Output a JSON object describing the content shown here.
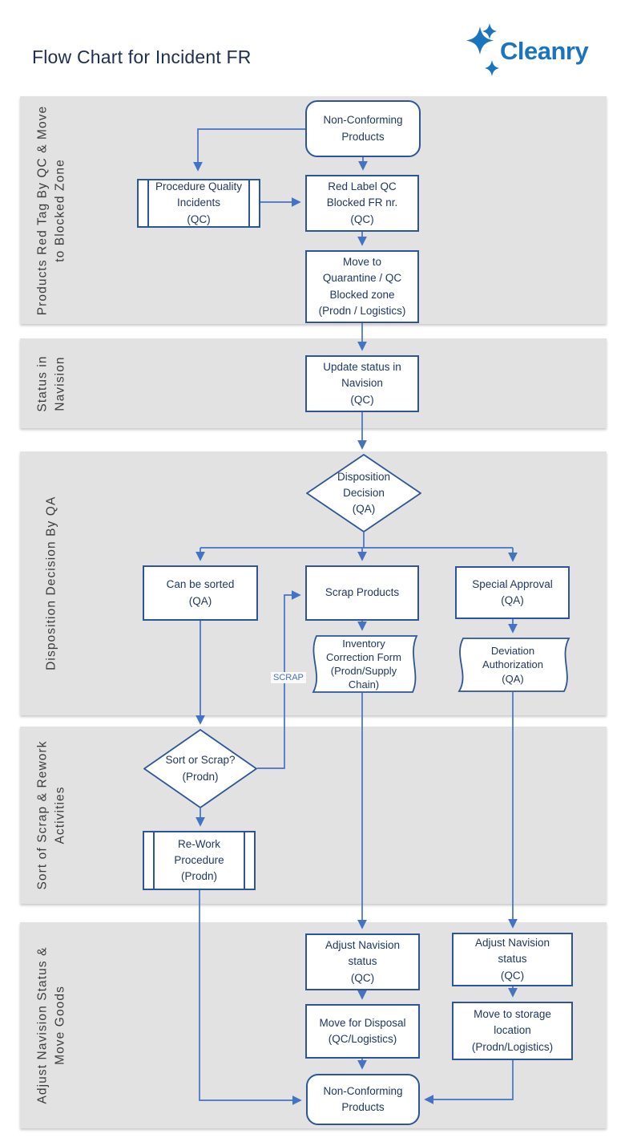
{
  "header": {
    "title": "Flow Chart for Incident FR",
    "logo_text": "Cleanry",
    "logo_color": "#1b75bc"
  },
  "colors": {
    "lane_background": "#e3e2e2",
    "shape_border": "#2e5597",
    "shape_fill": "#ffffff",
    "shape_text": "#1f3864",
    "connector": "#4472c4",
    "lane_label_text": "#3d3d3d",
    "title_text": "#1e2f50"
  },
  "lanes": [
    {
      "label": "Products Red Tag By QC & Move\nto Blocked Zone"
    },
    {
      "label": "Status in\nNavision"
    },
    {
      "label": "Disposition Decision By QA"
    },
    {
      "label": "Sort of Scrap & Rework\nActivities"
    },
    {
      "label": "Adjust Navision Status &\nMove Goods"
    }
  ],
  "nodes": {
    "start": {
      "type": "terminator",
      "label": "Non-Conforming\nProducts"
    },
    "procedure1": {
      "type": "predefined",
      "label": "Procedure Quality\nIncidents\n(QC)"
    },
    "redlabel": {
      "type": "process",
      "label": "Red Label QC\nBlocked FR nr.\n(QC)"
    },
    "quarantine": {
      "type": "process",
      "label": "Move to\nQuarantine / QC\nBlocked zone\n(Prodn / Logistics)"
    },
    "update": {
      "type": "process",
      "label": "Update status in\nNavision\n(QC)"
    },
    "decision1": {
      "type": "decision",
      "label": "Disposition\nDecision\n(QA)"
    },
    "sorted": {
      "type": "process",
      "label": "Can be sorted\n(QA)"
    },
    "scrap": {
      "type": "process",
      "label": "Scrap Products"
    },
    "special": {
      "type": "process",
      "label": "Special Approval\n(QA)"
    },
    "invform": {
      "type": "document",
      "label": "Inventory\nCorrection Form\n(Prodn/Supply\nChain)"
    },
    "devauth": {
      "type": "document",
      "label": "Deviation\nAuthorization\n(QA)"
    },
    "decision2": {
      "type": "decision",
      "label": "Sort or Scrap?\n(Prodn)"
    },
    "rework": {
      "type": "predefined",
      "label": "Re-Work\nProcedure\n(Prodn)"
    },
    "adjust1": {
      "type": "process",
      "label": "Adjust Navision\nstatus\n(QC)"
    },
    "adjust2": {
      "type": "process",
      "label": "Adjust Navision\nstatus\n(QC)"
    },
    "disposal": {
      "type": "process",
      "label": "Move for Disposal\n(QC/Logistics)"
    },
    "storage": {
      "type": "process",
      "label": "Move to storage\nlocation\n(Prodn/Logistics)"
    },
    "end": {
      "type": "terminator",
      "label": "Non-Conforming\nProducts"
    }
  },
  "edges": {
    "scrap_label": "SCRAP"
  }
}
